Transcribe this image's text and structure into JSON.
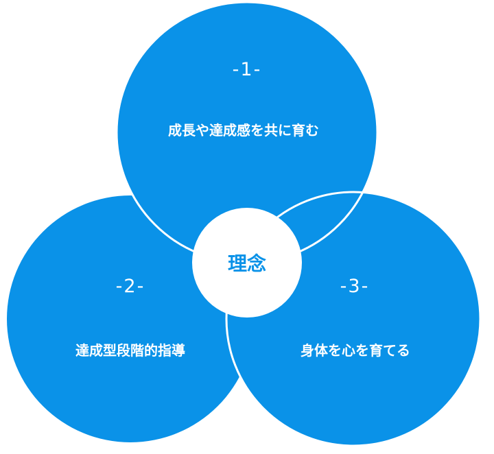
{
  "theme": {
    "circle_color": "#0a92e8",
    "center_color": "#ffffff",
    "text_on_circle": "#ffffff",
    "text_center": "#0a92e8"
  },
  "center": {
    "label": "理念"
  },
  "circles": [
    {
      "number": "-1-",
      "label": "成長や達成感を共に育む"
    },
    {
      "number": "-2-",
      "label": "達成型段階的指導"
    },
    {
      "number": "-3-",
      "label": "身体を心を育てる"
    }
  ]
}
